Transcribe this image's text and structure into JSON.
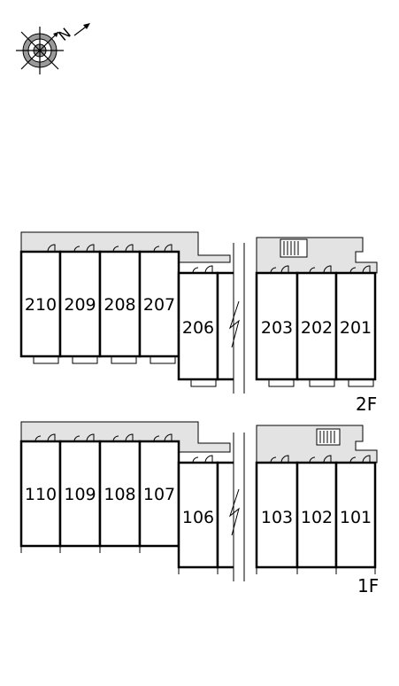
{
  "compass": {
    "icon": "compass-north-icon",
    "label": "N"
  },
  "floors": [
    {
      "label": "2F",
      "units": [
        {
          "number": "210"
        },
        {
          "number": "209"
        },
        {
          "number": "208"
        },
        {
          "number": "207"
        },
        {
          "number": "206"
        },
        {
          "number": "203"
        },
        {
          "number": "202"
        },
        {
          "number": "201"
        }
      ],
      "stair_icon": "stairs-icon"
    },
    {
      "label": "1F",
      "units": [
        {
          "number": "110"
        },
        {
          "number": "109"
        },
        {
          "number": "108"
        },
        {
          "number": "107"
        },
        {
          "number": "106"
        },
        {
          "number": "103"
        },
        {
          "number": "102"
        },
        {
          "number": "101"
        }
      ],
      "stair_icon": "stairs-icon"
    }
  ],
  "colors": {
    "corridor": "#e3e3e3",
    "line": "#000000"
  }
}
